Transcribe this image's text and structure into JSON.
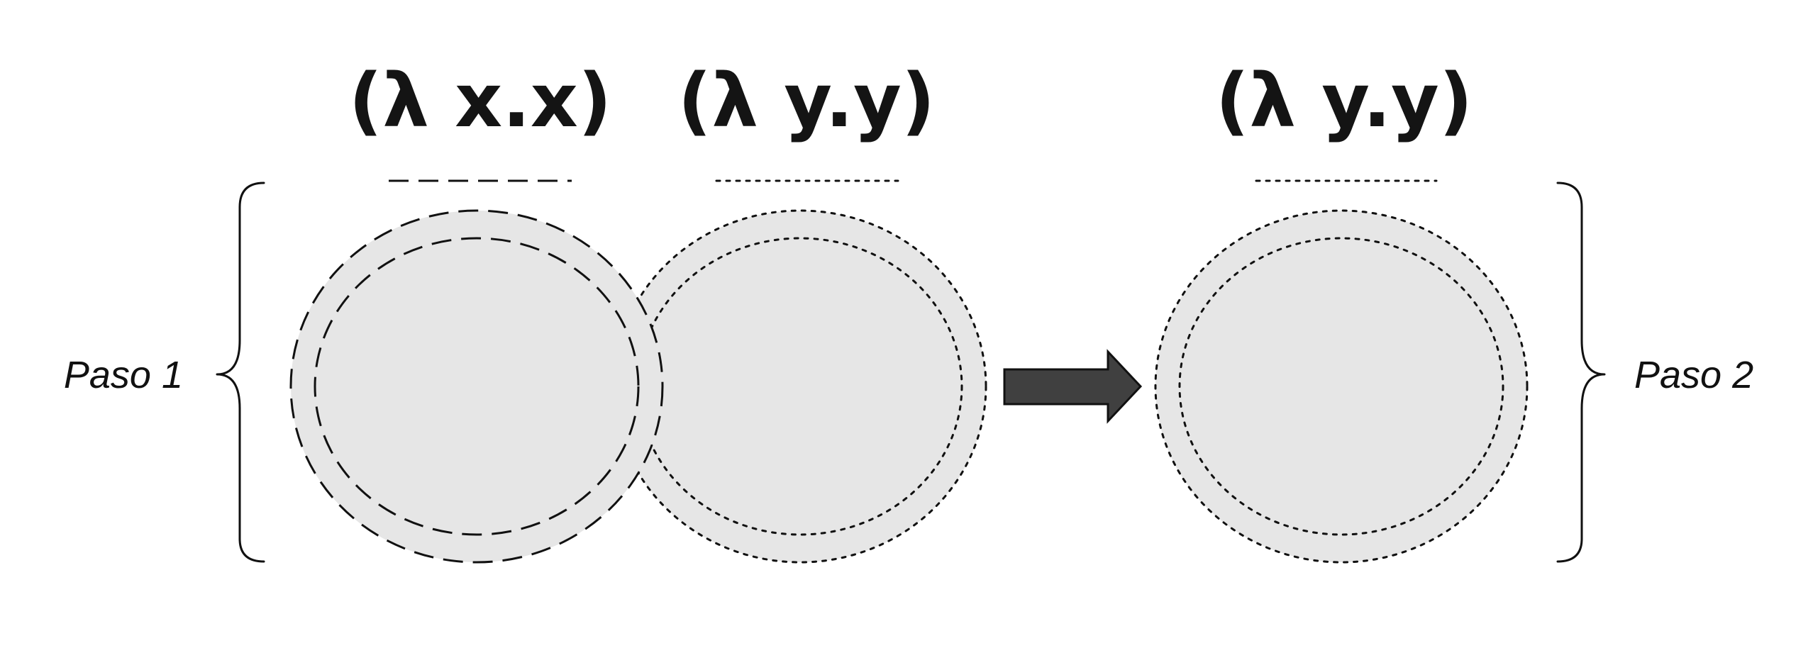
{
  "colors": {
    "background": "#ffffff",
    "disc_fill": "#e6e6e6",
    "stroke": "#111111",
    "arrow_fill": "#404040"
  },
  "step1": {
    "label": "Paso 1",
    "terms": [
      {
        "text": "(λ x.x)",
        "line_style": "dashed"
      },
      {
        "text": "(λ y.y)",
        "line_style": "dotted"
      }
    ]
  },
  "step2": {
    "label": "Paso 2",
    "terms": [
      {
        "text": "(λ y.y)",
        "line_style": "dotted"
      }
    ]
  },
  "arrow": {
    "icon": "right-arrow-icon"
  }
}
